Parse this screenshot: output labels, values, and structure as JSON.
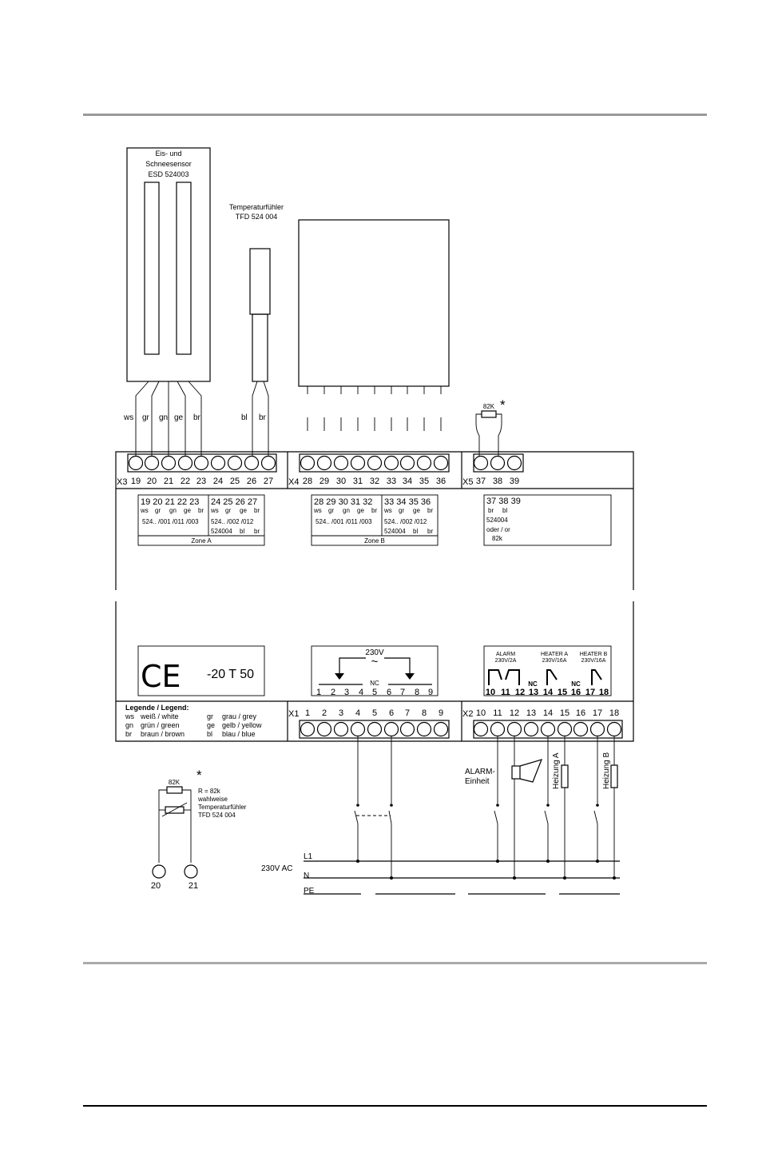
{
  "sensor": {
    "title_lines": [
      "Eis- und",
      "Schneesensor",
      "ESD 524003"
    ]
  },
  "temp_probe": {
    "title_lines": [
      "Temperaturfühler",
      "TFD 524 004"
    ]
  },
  "resistor_label": "82K",
  "asterisk": "*",
  "wires_x3": [
    "ws",
    "gr",
    "gn",
    "ge",
    "br"
  ],
  "wires_probe": [
    "bl",
    "br"
  ],
  "x3": {
    "label": "X3",
    "numbers": [
      "19",
      "20",
      "21",
      "22",
      "23",
      "24",
      "25",
      "26",
      "27"
    ]
  },
  "x4": {
    "label": "X4",
    "numbers": [
      "28",
      "29",
      "30",
      "31",
      "32",
      "33",
      "34",
      "35",
      "36"
    ]
  },
  "x5": {
    "label": "X5",
    "numbers": [
      "37",
      "38",
      "39"
    ]
  },
  "x1": {
    "label": "X1",
    "numbers": [
      "1",
      "2",
      "3",
      "4",
      "5",
      "6",
      "7",
      "8",
      "9"
    ]
  },
  "x2": {
    "label": "X2",
    "numbers": [
      "10",
      "11",
      "12",
      "13",
      "14",
      "15",
      "16",
      "17",
      "18"
    ]
  },
  "zone_a": {
    "left": {
      "row1": "19 20 21 22 23",
      "row2": [
        "ws",
        "gr",
        "gn",
        "ge",
        "br"
      ],
      "row3": "524.. /001 /011 /003"
    },
    "right": {
      "row1": "24 25 26 27",
      "row2": [
        "ws",
        "gr",
        "ge",
        "br"
      ],
      "row3": "524.. /002 /012",
      "row4": [
        "524004",
        "bl",
        "br"
      ]
    },
    "caption": "Zone A"
  },
  "zone_b": {
    "left": {
      "row1": "28 29 30 31 32",
      "row2": [
        "ws",
        "gr",
        "gn",
        "ge",
        "br"
      ],
      "row3": "524.. /001 /011 /003"
    },
    "right": {
      "row1": "33 34 35 36",
      "row2": [
        "ws",
        "gr",
        "ge",
        "br"
      ],
      "row3": "524.. /002 /012",
      "row4": [
        "524004",
        "bl",
        "br"
      ]
    },
    "caption": "Zone B"
  },
  "x5_box": {
    "row1": "37 38 39",
    "row2": [
      "br",
      "bl"
    ],
    "row3": "524004",
    "row4": "oder / or",
    "row5": "82k"
  },
  "ce_box": {
    "ce": "CE",
    "rating": "-20 T 50"
  },
  "supply_box": {
    "voltage": "230V",
    "tilde": "~",
    "nc": "NC",
    "numbers": [
      "1",
      "2",
      "3",
      "4",
      "5",
      "6",
      "7",
      "8",
      "9"
    ]
  },
  "relay_box": {
    "alarm": {
      "name": "ALARM",
      "rating": "230V/2A"
    },
    "heater_a": {
      "name": "HEATER A",
      "rating": "230V/16A"
    },
    "heater_b": {
      "name": "HEATER B",
      "rating": "230V/16A"
    },
    "numbers": [
      "10",
      "11",
      "12",
      "13",
      "14",
      "15",
      "16",
      "17",
      "18"
    ],
    "nc": "NC"
  },
  "legend": {
    "title": "Legende / Legend:",
    "left": [
      [
        "ws",
        "weiß / white"
      ],
      [
        "gn",
        "grün / green"
      ],
      [
        "br",
        "braun / brown"
      ]
    ],
    "right": [
      [
        "gr",
        "grau / grey"
      ],
      [
        "ge",
        "gelb  / yellow"
      ],
      [
        "bl",
        "blau  / blue"
      ]
    ]
  },
  "note": {
    "lines": [
      "R = 82k",
      "wahlweise",
      "Temperaturfühler",
      "TFD 524 004"
    ],
    "resistor": "82K",
    "terminals": [
      "20",
      "21"
    ]
  },
  "power": {
    "supply": "230V AC",
    "lines": [
      "L1",
      "N",
      "PE"
    ]
  },
  "loads": {
    "alarm_lines": [
      "ALARM-",
      "Einheit"
    ],
    "heater_a": "Heizung A",
    "heater_b": "Heizung B"
  }
}
